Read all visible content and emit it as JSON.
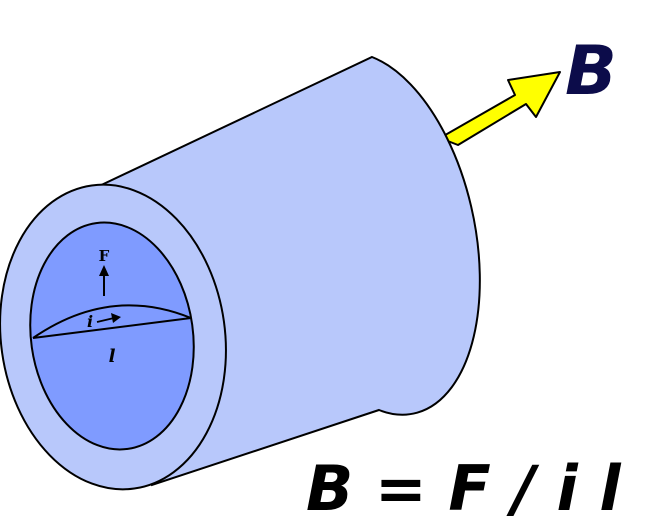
{
  "labels": {
    "field_symbol": "B",
    "force_symbol": "F",
    "current_symbol": "i",
    "length_symbol": "l",
    "equation": "B = F / i l"
  },
  "colors": {
    "cylinder_body": "#b8c8fb",
    "cylinder_inner": "#7f9bff",
    "outline": "#000000",
    "arrow_fill": "#ffff00",
    "field_label": "#0c0c4a",
    "equation_text": "#000000"
  }
}
